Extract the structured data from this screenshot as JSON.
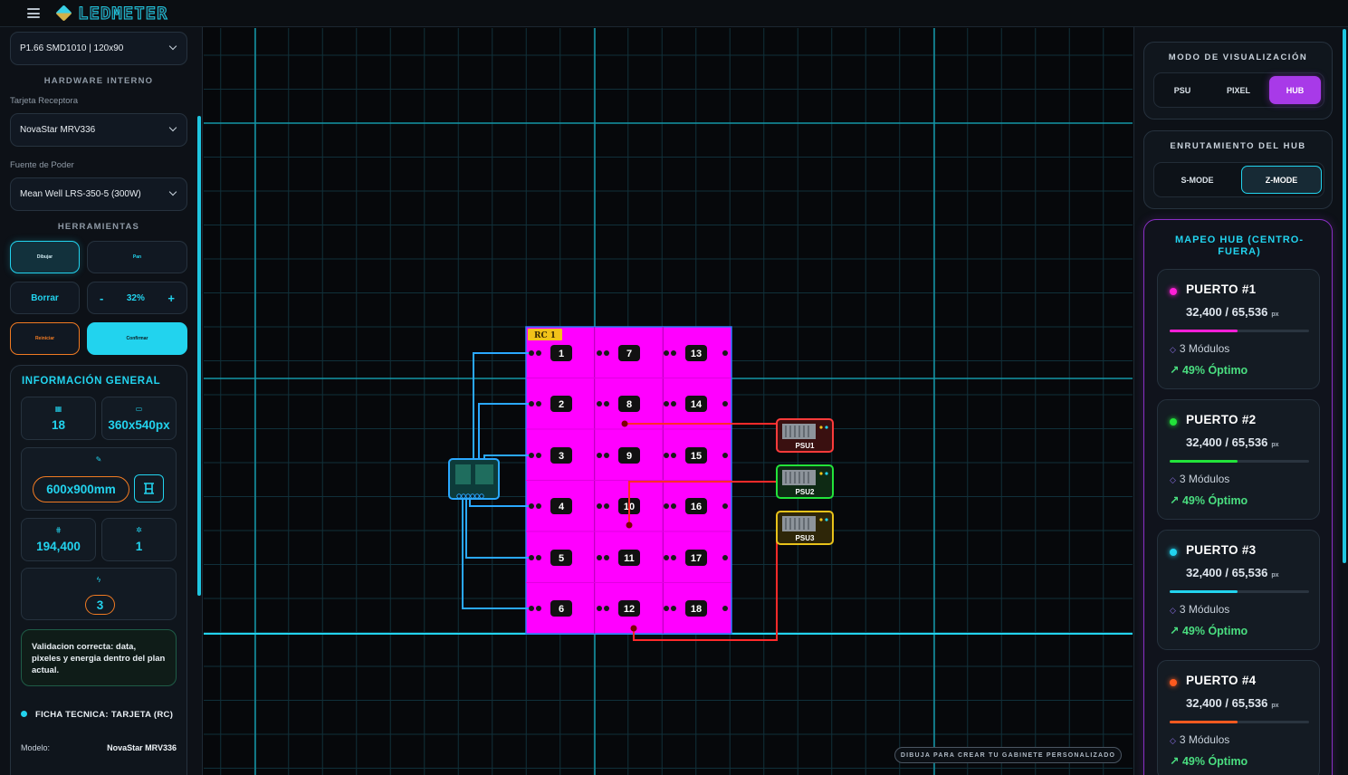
{
  "app": {
    "logo_text": "LEDMETER"
  },
  "left": {
    "module_select": "P1.66 SMD1010 | 120x90",
    "section_hardware": "HARDWARE INTERNO",
    "receiver_label": "Tarjeta Receptora",
    "receiver_select": "NovaStar MRV336",
    "psu_label": "Fuente de Poder",
    "psu_select": "Mean Well LRS-350-5 (300W)",
    "section_tools": "HERRAMIENTAS",
    "tool_draw": "Dibujar",
    "tool_pan": "Pan",
    "tool_erase": "Borrar",
    "zoom_minus": "-",
    "zoom_value": "32%",
    "zoom_plus": "+",
    "tool_reset": "Reiniciar",
    "tool_confirm": "Confirmar",
    "info": {
      "title": "INFORMACIÓN GENERAL",
      "modules": "18",
      "resolution": "360x540px",
      "dimensions": "600x900mm",
      "pixels": "194,400",
      "receivers": "1",
      "psus": "3"
    },
    "validation": "Validacion correcta: data, pixeles y energia dentro del plan actual.",
    "ficha_title": "FICHA TECNICA: TARJETA (RC)",
    "ficha_model_key": "Modelo:",
    "ficha_model_val": "NovaStar MRV336"
  },
  "canvas": {
    "rc_label": "RC 1",
    "modules": [
      "1",
      "2",
      "3",
      "4",
      "5",
      "6",
      "7",
      "8",
      "9",
      "10",
      "11",
      "12",
      "13",
      "14",
      "15",
      "16",
      "17",
      "18"
    ],
    "psu_labels": [
      "PSU1",
      "PSU2",
      "PSU3"
    ],
    "hint": "DIBUJA PARA CREAR TU GABINETE PERSONALIZADO",
    "colors": {
      "cabinet": "#ff00ff",
      "grid": "#0fa0b0",
      "data_line": "#2aa8ff",
      "power_line": "#ff2a2a"
    }
  },
  "right": {
    "view_title": "MODO DE VISUALIZACIÓN",
    "view_modes": [
      "PSU",
      "PIXEL",
      "HUB"
    ],
    "view_selected": "HUB",
    "routing_title": "ENRUTAMIENTO DEL HUB",
    "routing_modes": [
      "S-MODE",
      "Z-MODE"
    ],
    "routing_selected": "Z-MODE",
    "hub_title": "MAPEO HUB (CENTRO-FUERA)",
    "ports": [
      {
        "name": "PUERTO #1",
        "pixels": "32,400 / 65,536",
        "unit": "px",
        "modules": "3 Módulos",
        "status": "49% Óptimo",
        "color": "#ff1fd7",
        "load": 0.49
      },
      {
        "name": "PUERTO #2",
        "pixels": "32,400 / 65,536",
        "unit": "px",
        "modules": "3 Módulos",
        "status": "49% Óptimo",
        "color": "#22e33a",
        "load": 0.49
      },
      {
        "name": "PUERTO #3",
        "pixels": "32,400 / 65,536",
        "unit": "px",
        "modules": "3 Módulos",
        "status": "49% Óptimo",
        "color": "#22d3ee",
        "load": 0.49
      },
      {
        "name": "PUERTO #4",
        "pixels": "32,400 / 65,536",
        "unit": "px",
        "modules": "3 Módulos",
        "status": "49% Óptimo",
        "color": "#ff5a1f",
        "load": 0.49
      }
    ]
  }
}
